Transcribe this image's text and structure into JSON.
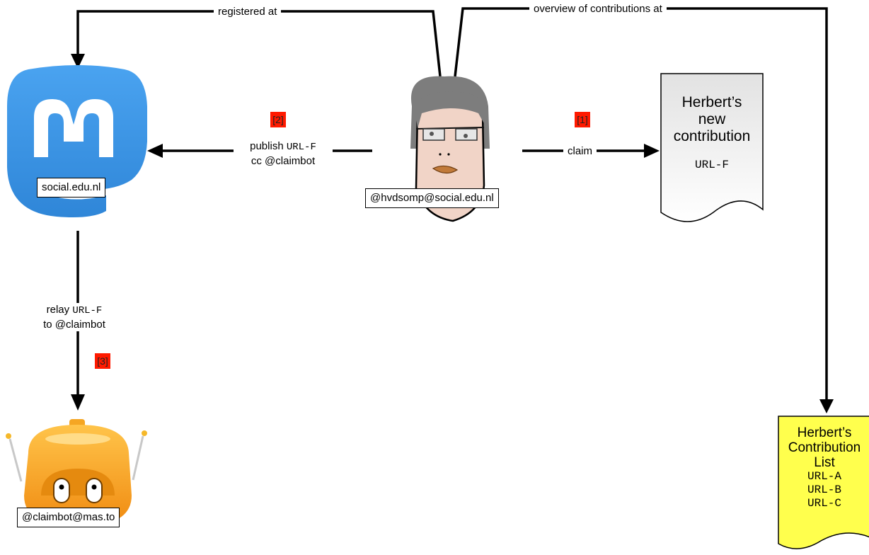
{
  "edges": {
    "registered_at": "registered at",
    "overview_at": "overview of contributions at",
    "claim": "claim",
    "publish_word": "publish",
    "publish_url": "URL-F",
    "publish_cc": "cc @claimbot",
    "relay_word": "relay",
    "relay_url": "URL-F",
    "relay_to": "to @claimbot"
  },
  "steps": {
    "step1": "[1]",
    "step2": "[2]",
    "step3": "[3]"
  },
  "nodes": {
    "mastodon_server": "social.edu.nl",
    "user_handle": "@hvdsomp@social.edu.nl",
    "bot_handle": "@claimbot@mas.to"
  },
  "contribution_doc": {
    "line1": "Herbert’s",
    "line2": "new",
    "line3": "contribution",
    "url": "URL-F"
  },
  "contribution_list": {
    "line1": "Herbert’s",
    "line2": "Contribution",
    "line3": "List",
    "urls": [
      "URL-A",
      "URL-B",
      "URL-C"
    ]
  },
  "colors": {
    "mastodon_blue": "#3a8ee6",
    "step_badge": "#ff1a00",
    "list_fill": "#ffff4d",
    "bot_orange": "#f7a21b",
    "doc_gray": "#e6e6e6"
  }
}
